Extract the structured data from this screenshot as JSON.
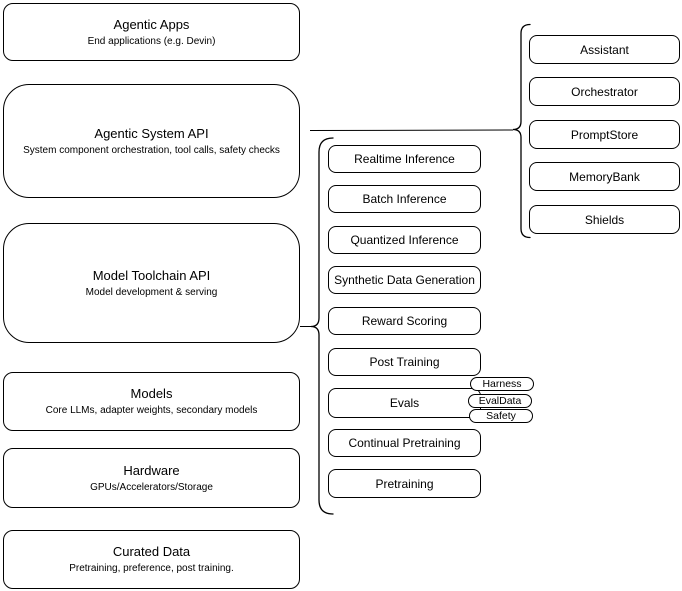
{
  "diagram_title": "Agentic system stack diagram",
  "left_stack": [
    {
      "title": "Agentic Apps",
      "subtitle": "End applications (e.g. Devin)"
    },
    {
      "title": "Agentic System API",
      "subtitle": "System component orchestration, tool calls, safety checks"
    },
    {
      "title": "Model Toolchain API",
      "subtitle": "Model development & serving"
    },
    {
      "title": "Models",
      "subtitle": "Core LLMs, adapter weights, secondary models"
    },
    {
      "title": "Hardware",
      "subtitle": "GPUs/Accelerators/Storage"
    },
    {
      "title": "Curated Data",
      "subtitle": "Pretraining, preference, post training."
    }
  ],
  "toolchain_items": [
    "Realtime Inference",
    "Batch Inference",
    "Quantized Inference",
    "Synthetic Data Generation",
    "Reward Scoring",
    "Post Training",
    "Evals",
    "Continual Pretraining",
    "Pretraining"
  ],
  "evals_tags": [
    "Harness",
    "EvalData",
    "Safety"
  ],
  "system_components": [
    "Assistant",
    "Orchestrator",
    "PromptStore",
    "MemoryBank",
    "Shields"
  ],
  "colors": {
    "box_fill": "#ffffff",
    "box_border": "#000000",
    "text": "#000000",
    "background": "#ffffff"
  }
}
